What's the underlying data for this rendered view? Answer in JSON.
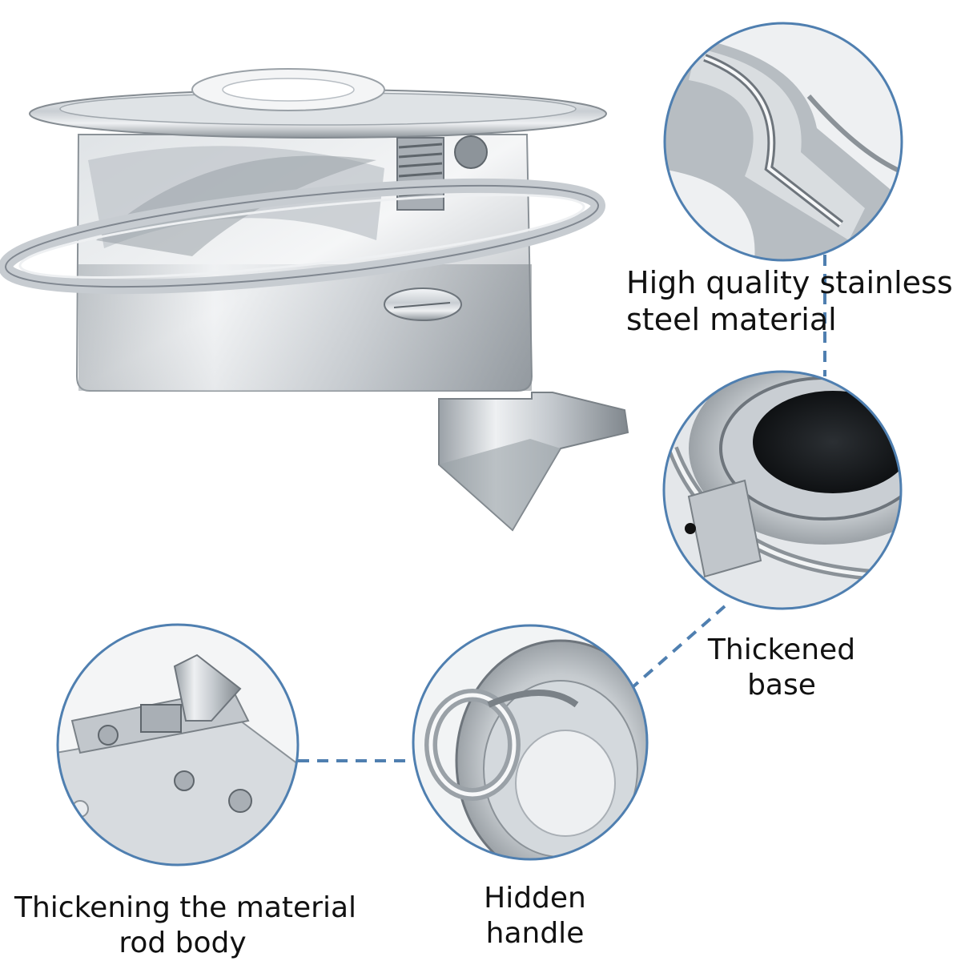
{
  "captions": {
    "stainless": {
      "line1": "High quality stainless",
      "line2": "steel material"
    },
    "base": {
      "line1": "Thickened",
      "line2": "base"
    },
    "rod": {
      "line1": "Thickening the material",
      "line2": "rod body"
    },
    "handle": {
      "line1": "Hidden",
      "line2": "handle"
    }
  },
  "colors": {
    "circle_border": "#4f7fb0",
    "connector": "#4f7fb0",
    "steel_light": "#e9ecef",
    "steel_mid": "#b8bec4",
    "steel_dark": "#6e757c",
    "text": "#111111",
    "background": "#ffffff"
  },
  "icons": {
    "main": "flush-pull-latch-image",
    "detail_top": "stainless-edge-closeup",
    "detail_middle": "thickened-base-closeup",
    "detail_bottom_left": "latch-rod-body-closeup",
    "detail_bottom_center": "hidden-ring-handle-closeup"
  }
}
